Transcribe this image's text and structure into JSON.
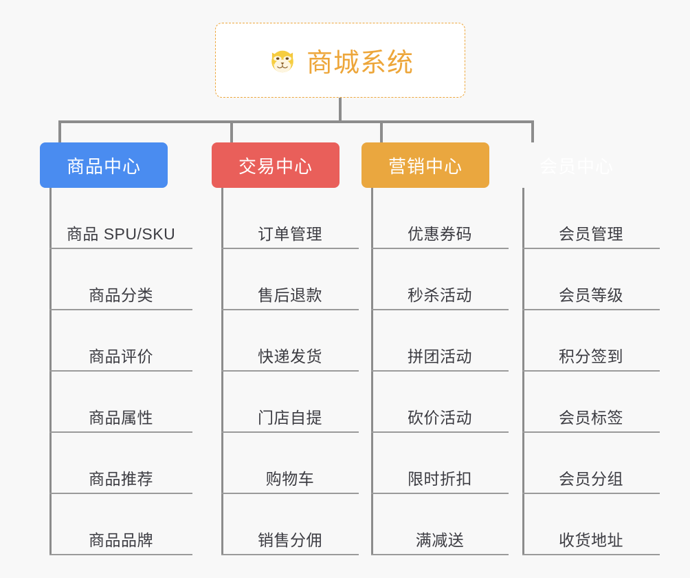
{
  "canvas": {
    "background": "#f8f8f8",
    "connector_color": "#8c8c8c",
    "leaf_rule_color": "#9a9a9a",
    "leaf_text_color": "#3c3c42"
  },
  "root": {
    "title": "商城系统",
    "icon": "shiba-dog-face-icon",
    "icon_glyph": "🐶",
    "border_color": "#eda63a",
    "text_color": "#eda63a",
    "background": "#ffffff"
  },
  "categories": [
    {
      "label": "商品中心",
      "color": "#4a8cf0",
      "items": [
        "商品 SPU/SKU",
        "商品分类",
        "商品评价",
        "商品属性",
        "商品推荐",
        "商品品牌"
      ]
    },
    {
      "label": "交易中心",
      "color": "#e95f5a",
      "items": [
        "订单管理",
        "售后退款",
        "快递发货",
        "门店自提",
        "购物车",
        "销售分佣"
      ]
    },
    {
      "label": "营销中心",
      "color": "#eaa73f",
      "items": [
        "优惠券码",
        "秒杀活动",
        "拼团活动",
        "砍价活动",
        "限时折扣",
        "满减送"
      ]
    },
    {
      "label": "会员中心",
      "color": "#79c council",
      "items": [
        "会员管理",
        "会员等级",
        "积分签到",
        "会员标签",
        "会员分组",
        "收货地址"
      ]
    }
  ]
}
